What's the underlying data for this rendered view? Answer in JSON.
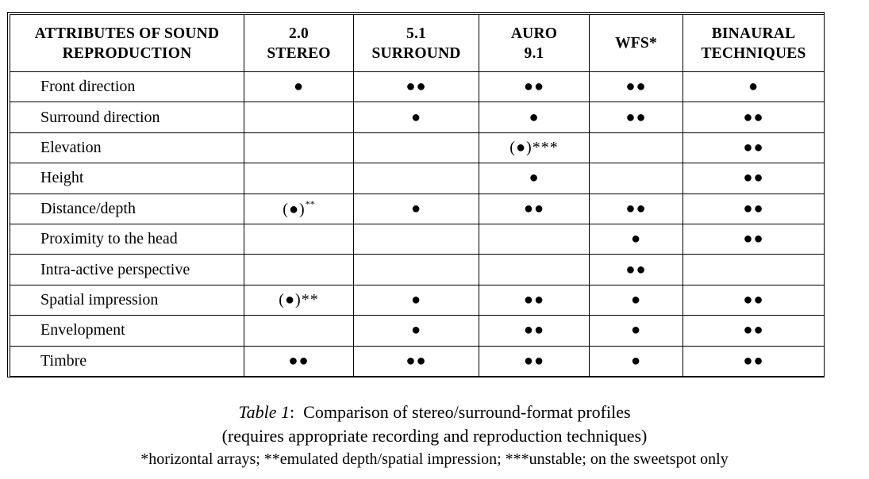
{
  "table": {
    "headers": [
      "ATTRIBUTES OF SOUND REPRODUCTION",
      "2.0 STEREO",
      "5.1 SURROUND",
      "AURO 9.1",
      "WFS*",
      "BINAURAL TECHNIQUES"
    ],
    "header_lines": [
      [
        "ATTRIBUTES OF SOUND",
        "REPRODUCTION"
      ],
      [
        "2.0",
        "STEREO"
      ],
      [
        "5.1",
        "SURROUND"
      ],
      [
        "AURO",
        "9.1"
      ],
      [
        "WFS*",
        ""
      ],
      [
        "BINAURAL",
        "TECHNIQUES"
      ]
    ],
    "rows": [
      {
        "attribute": "Front direction",
        "stereo": "●",
        "surround": "●●",
        "auro": "●●",
        "wfs": "●●",
        "binaural": "●"
      },
      {
        "attribute": "Surround direction",
        "stereo": "",
        "surround": "●",
        "auro": "●",
        "wfs": "●●",
        "binaural": "●●"
      },
      {
        "attribute": "Elevation",
        "stereo": "",
        "surround": "",
        "auro": "(●)***",
        "wfs": "",
        "binaural": "●●"
      },
      {
        "attribute": "Height",
        "stereo": "",
        "surround": "",
        "auro": "●",
        "wfs": "",
        "binaural": "●●"
      },
      {
        "attribute": "Distance/depth",
        "stereo": "(●)",
        "stereo_sup": "**",
        "surround": "●",
        "auro": "●●",
        "wfs": "●●",
        "binaural": "●●"
      },
      {
        "attribute": "Proximity to the head",
        "stereo": "",
        "surround": "",
        "auro": "",
        "wfs": "●",
        "binaural": "●●"
      },
      {
        "attribute": "Intra-active perspective",
        "stereo": "",
        "surround": "",
        "auro": "",
        "wfs": "●●",
        "binaural": ""
      },
      {
        "attribute": "Spatial impression",
        "stereo": "(●)**",
        "surround": "●",
        "auro": "●●",
        "wfs": "●",
        "binaural": "●●"
      },
      {
        "attribute": "Envelopment",
        "stereo": "",
        "surround": "●",
        "auro": "●●",
        "wfs": "●",
        "binaural": "●●"
      },
      {
        "attribute": "Timbre",
        "stereo": "●●",
        "surround": "●●",
        "auro": "●●",
        "wfs": "●",
        "binaural": "●●"
      }
    ]
  },
  "caption": {
    "label": "Table 1",
    "separator": ":  ",
    "title": "Comparison of stereo/surround-format profiles",
    "subtitle": "(requires appropriate recording and reproduction techniques)",
    "footnote": "*horizontal arrays; **emulated depth/spatial impression; ***unstable; on the sweetspot only"
  }
}
